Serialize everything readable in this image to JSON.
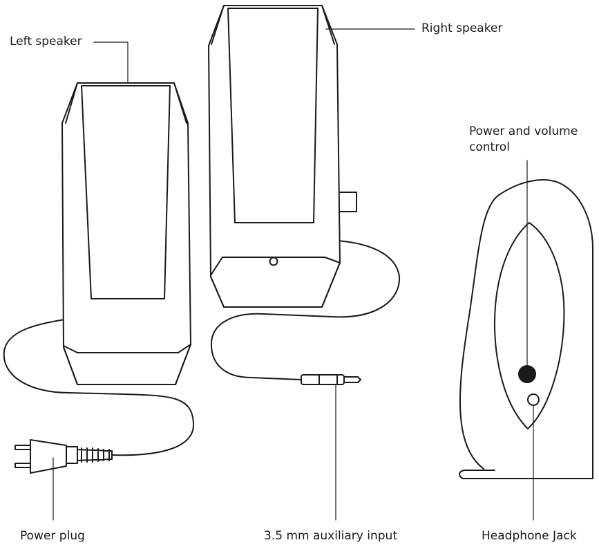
{
  "labels": {
    "left_speaker": "Left speaker",
    "right_speaker": "Right speaker",
    "power_volume": "Power and volume control",
    "power_plug": "Power plug",
    "aux_input": "3.5 mm auxiliary input",
    "headphone_jack": "Headphone Jack"
  },
  "colors": {
    "line": "#1a1a1a",
    "fill": "#ffffff"
  }
}
